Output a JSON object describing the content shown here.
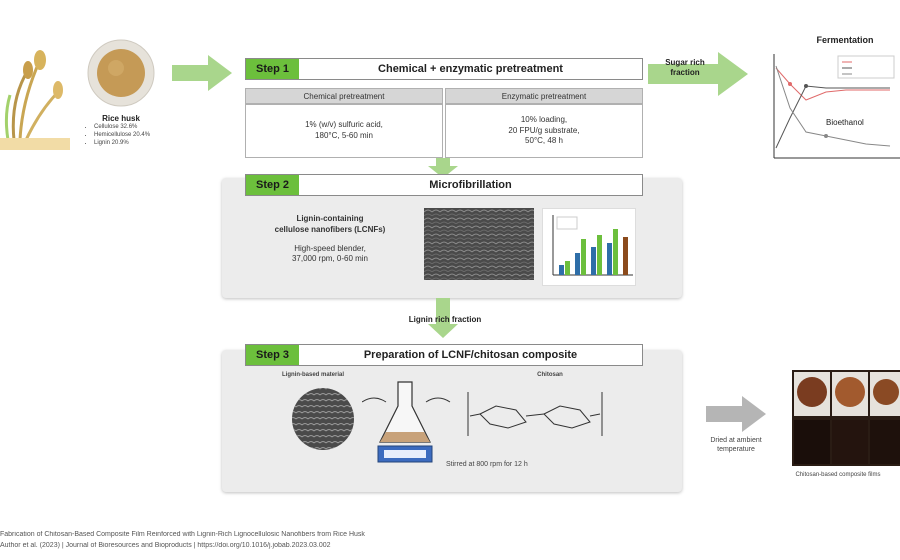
{
  "raw_material": {
    "label": "Rice husk",
    "composition": [
      "Cellulose 32.6%",
      "Hemicellulose 20.4%",
      "Lignin 20.9%"
    ]
  },
  "step1": {
    "tag": "Step 1",
    "title": "Chemical + enzymatic pretreatment",
    "chemical": {
      "head": "Chemical pretreatment",
      "line1": "1% (w/v) sulfuric acid,",
      "line2": "180°C, 5-60 min"
    },
    "enzymatic": {
      "head": "Enzymatic pretreatment",
      "line1": "10% loading,",
      "line2": "20 FPU/g substrate,",
      "line3": "50°C, 48 h"
    }
  },
  "sugar_arrow": {
    "line1": "Sugar rich",
    "line2": "fraction"
  },
  "fermentation": {
    "title": "Fermentation",
    "label": "Bioethanol"
  },
  "step2": {
    "tag": "Step 2",
    "title": "Microfibrillation",
    "product_line1": "Lignin-containing",
    "product_line2": "cellulose nanofibers (LCNFs)",
    "process_line1": "High-speed blender,",
    "process_line2": "37,000 rpm, 0-60 min"
  },
  "lignin_fraction": "Lignin rich fraction",
  "step3": {
    "tag": "Step 3",
    "title": "Preparation of LCNF/chitosan composite",
    "left_label": "Lignin-based material",
    "right_label": "Chitosan",
    "stir_text": "Stirred at 800 rpm for 12 h"
  },
  "dried": {
    "line1": "Dried at ambient",
    "line2": "temperature"
  },
  "films_label": "Chitosan-based composite films",
  "footer": {
    "line1": "Fabrication of Chitosan-Based Composite Film Reinforced with Lignin-Rich Lignocellulosic Nanofibers from Rice Husk",
    "line2": "Author et al. (2023) | Journal of Bioresources and Bioproducts | https://doi.org/10.1016/j.jobab.2023.03.002"
  },
  "colors": {
    "accent_green": "#6cbf3c",
    "arrow_green": "#a9d68c",
    "arrow_gray": "#b5b5b5",
    "box_gray": "#ececec"
  }
}
